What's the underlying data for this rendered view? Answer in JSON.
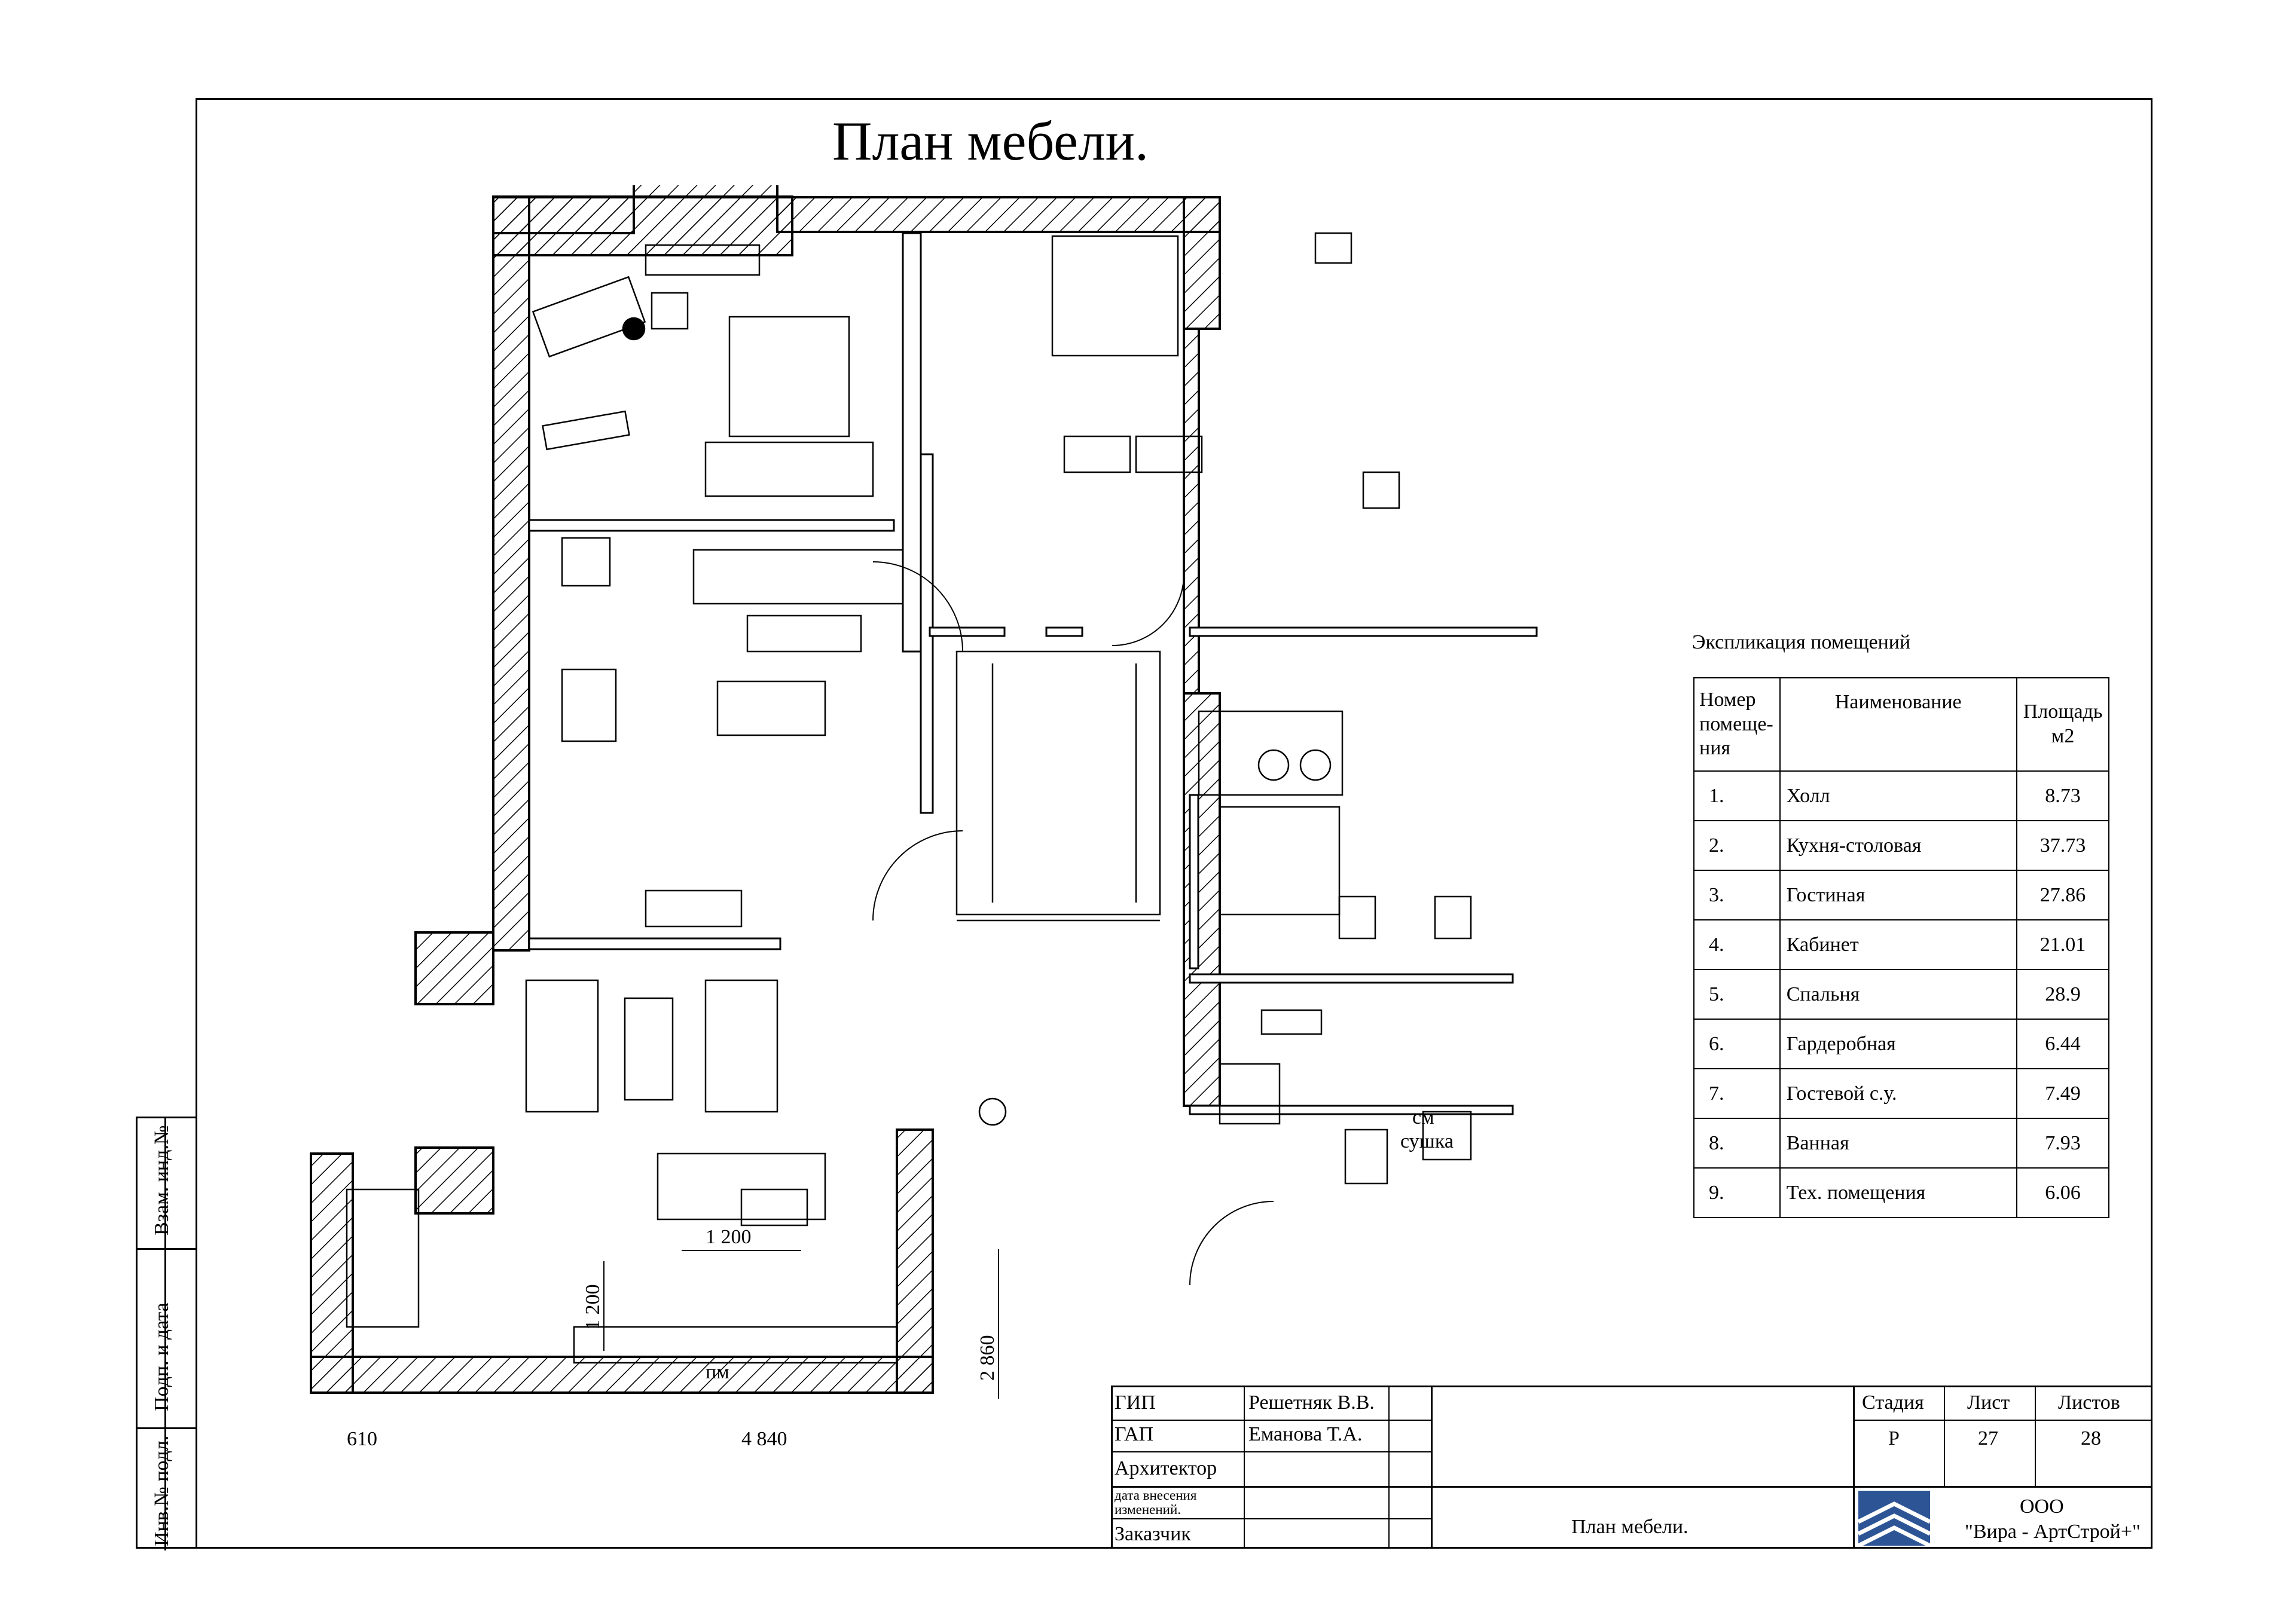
{
  "title": "План мебели.",
  "side_strip": {
    "cell1": "Взам. инд.№",
    "cell2": "Подп. и дата",
    "cell3": "Инв.№ подл."
  },
  "plan": {
    "dimensions": {
      "d1200_h": "1 200",
      "d1200_v": "1 200",
      "d2860": "2 860",
      "d610": "610",
      "d4840": "4 840"
    },
    "labels": {
      "pm": "пм",
      "sm": "см",
      "sushka": "сушка"
    }
  },
  "explication": {
    "heading": "Экспликация  помещений",
    "headers": {
      "number": "Номер помеще-ния",
      "name": "Наименование",
      "area": "Площадь м2"
    },
    "rows": [
      {
        "n": "1.",
        "name": "Холл",
        "area": "8.73"
      },
      {
        "n": "2.",
        "name": "Кухня-столовая",
        "area": "37.73"
      },
      {
        "n": "3.",
        "name": "Гостиная",
        "area": "27.86"
      },
      {
        "n": "4.",
        "name": "Кабинет",
        "area": "21.01"
      },
      {
        "n": "5.",
        "name": "Спальня",
        "area": "28.9"
      },
      {
        "n": "6.",
        "name": "Гардеробная",
        "area": "6.44"
      },
      {
        "n": "7.",
        "name": "Гостевой с.у.",
        "area": "7.49"
      },
      {
        "n": "8.",
        "name": "Ванная",
        "area": "7.93"
      },
      {
        "n": "9.",
        "name": "Тех. помещения",
        "area": "6.06"
      }
    ]
  },
  "stamp": {
    "gip_label": "ГИП",
    "gip_name": "Решетняк В.В.",
    "gap_label": "ГАП",
    "gap_name": "Еманова Т.А.",
    "architect_label": "Архитектор",
    "change_date_label": "дата  внесения изменений.",
    "customer_label": "Заказчик",
    "stage_label": "Стадия",
    "stage_value": "Р",
    "sheet_label": "Лист",
    "sheet_value": "27",
    "sheets_label": "Листов",
    "sheets_value": "28",
    "drawing_name": "План мебели.",
    "company_line1": "ООО",
    "company_line2": "\"Вира - АртСтрой+\""
  }
}
